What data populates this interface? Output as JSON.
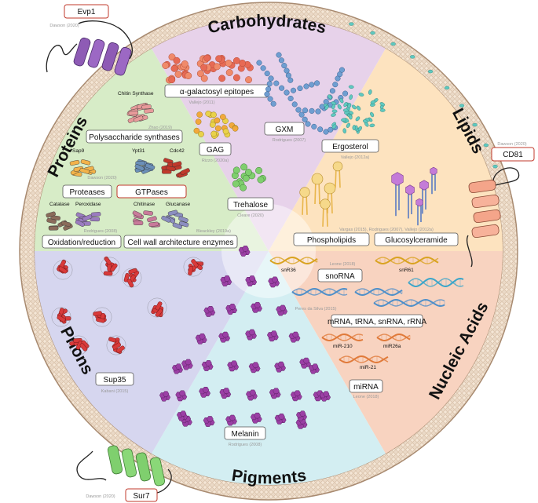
{
  "sectors": {
    "carbohydrates": "Carbohydrates",
    "lipids": "Lipids",
    "nucleic_acids": "Nucleic Acids",
    "pigments": "Pigments",
    "prions": "Prions",
    "proteins": "Proteins"
  },
  "colors": {
    "carbohydrates": "#e7d2ea",
    "lipids": "#fde3bf",
    "nucleic_acids": "#f8d3c0",
    "pigments": "#d3eef2",
    "prions": "#d6d6ef",
    "proteins": "#d7ecc7",
    "membrane": "#e8d8c8",
    "highlight_box": "#c0392b"
  },
  "carbohydrates": {
    "galactosyl_label": "α-galactosyl epitopes",
    "galactosyl_cite": "Vallejo (2011)",
    "gxm_label": "GXM",
    "gxm_cite": "Rodrigues (2007)",
    "gag_label": "GAG",
    "gag_cite": "Rizzo (2020a)",
    "trehalose_label": "Trehalose",
    "trehalose_cite": "Cleare (2020)"
  },
  "lipids": {
    "ergosterol_label": "Ergosterol",
    "ergosterol_cite": "Vallejo (2012a)",
    "phospholipids_label": "Phospholipids",
    "glucosylceramide_label": "Glucosylceramide",
    "cite": "Vargas (2015), Rodrigues (2007), Vallejo (2012a)"
  },
  "nucleic": {
    "snorna_label": "snoRNA",
    "snorna_cite": "Leone (2018)",
    "snr36": "snR36",
    "snr61": "snR61",
    "mrna_label": "mRNA, tRNA, snRNA, rRNA",
    "mrna_cite": "Peres da Silva (2015)",
    "mir210": "miR-210",
    "mir26a": "miR26a",
    "mir21": "miR-21",
    "mirna_label": "miRNA",
    "mirna_cite": "Leone (2018)"
  },
  "pigments": {
    "melanin_label": "Melanin",
    "melanin_cite": "Rodrigues (2008)"
  },
  "prions": {
    "sup35_label": "Sup35",
    "sup35_cite": "Kabani (2015)"
  },
  "proteins": {
    "chitin_synthase": "Chitin Synthase",
    "polysaccharide_label": "Polysaccharide synthases",
    "polysaccharide_cite": "Zhao (2019)",
    "sap9": "Sap9",
    "ypt31": "Ypt31",
    "cdc42": "Cdc42",
    "proteases_label": "Proteases",
    "proteases_cite": "Dawson (2020)",
    "gtpases_label": "GTPases",
    "catalase": "Catalase",
    "peroxidase": "Peroxidase",
    "chitinase": "Chitinase",
    "glucanase": "Glucanase",
    "oxidation_label": "Oxidation/reduction",
    "oxidation_cite": "Rodrigues (2008)",
    "cellwall_label": "Cell wall architecture enzymes",
    "cellwall_cite": "Bleackley (2019a)"
  },
  "membrane_proteins": {
    "evp1_label": "Evp1",
    "evp1_cite": "Dawson (2020)",
    "cd81_label": "CD81",
    "cd81_cite": "Dawson (2020)",
    "sur7_label": "Sur7",
    "sur7_cite": "Dawson (2020)"
  }
}
